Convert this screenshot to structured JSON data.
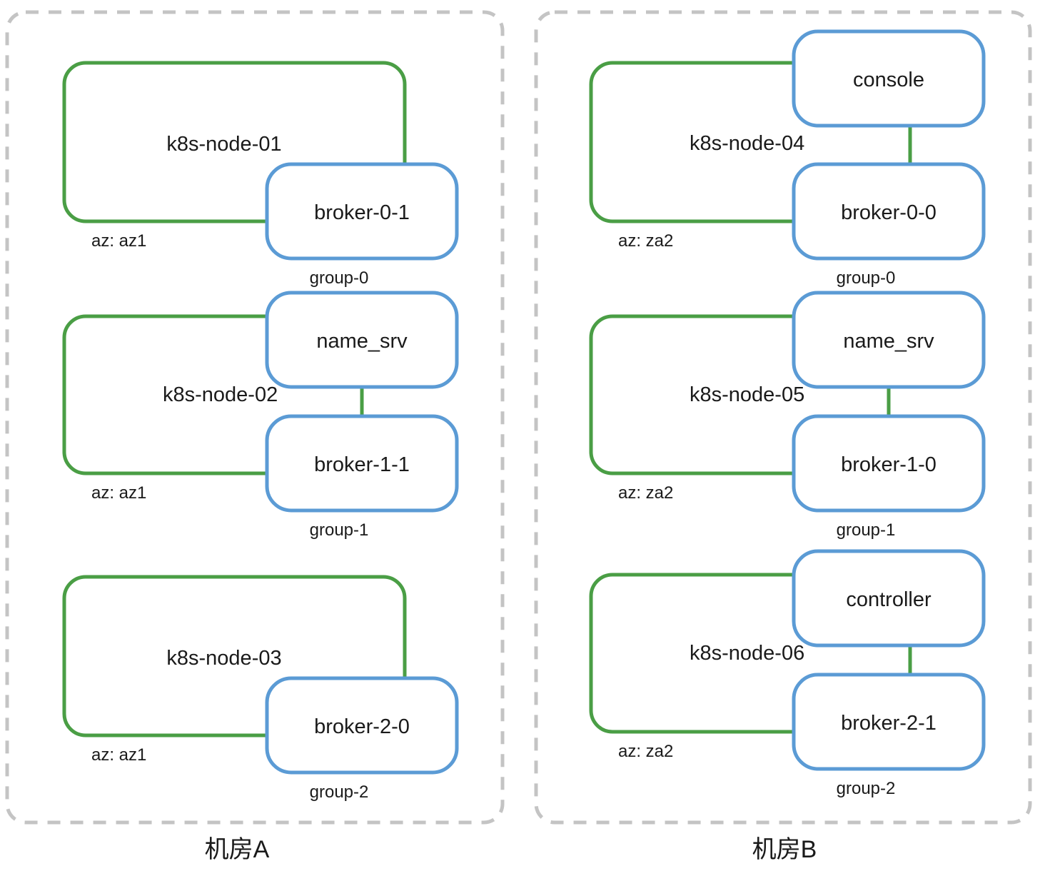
{
  "colors": {
    "node_stroke": "#4a9e45",
    "pod_stroke": "#5b9bd5",
    "pod_fill": "#ffffff",
    "zone_stroke": "#c4c4c4",
    "text": "#1a1a1a",
    "background": "#ffffff"
  },
  "zones": [
    {
      "id": "zone-a",
      "label": "机房A",
      "nodes": [
        {
          "id": "k8s-node-01",
          "name": "k8s-node-01",
          "az_label": "az: az1",
          "pods": [
            {
              "id": "broker-0-1",
              "name": "broker-0-1",
              "group_label": "group-0"
            }
          ]
        },
        {
          "id": "k8s-node-02",
          "name": "k8s-node-02",
          "az_label": "az: az1",
          "pods": [
            {
              "id": "name_srv-02",
              "name": "name_srv",
              "group_label": ""
            },
            {
              "id": "broker-1-1",
              "name": "broker-1-1",
              "group_label": "group-1"
            }
          ]
        },
        {
          "id": "k8s-node-03",
          "name": "k8s-node-03",
          "az_label": "az: az1",
          "pods": [
            {
              "id": "broker-2-0",
              "name": "broker-2-0",
              "group_label": "group-2"
            }
          ]
        }
      ]
    },
    {
      "id": "zone-b",
      "label": "机房B",
      "nodes": [
        {
          "id": "k8s-node-04",
          "name": "k8s-node-04",
          "az_label": "az: za2",
          "pods": [
            {
              "id": "console",
              "name": "console",
              "group_label": ""
            },
            {
              "id": "broker-0-0",
              "name": "broker-0-0",
              "group_label": "group-0"
            }
          ]
        },
        {
          "id": "k8s-node-05",
          "name": "k8s-node-05",
          "az_label": "az: za2",
          "pods": [
            {
              "id": "name_srv-05",
              "name": "name_srv",
              "group_label": ""
            },
            {
              "id": "broker-1-0",
              "name": "broker-1-0",
              "group_label": "group-1"
            }
          ]
        },
        {
          "id": "k8s-node-06",
          "name": "k8s-node-06",
          "az_label": "az: za2",
          "pods": [
            {
              "id": "controller",
              "name": "controller",
              "group_label": ""
            },
            {
              "id": "broker-2-1",
              "name": "broker-2-1",
              "group_label": "group-2"
            }
          ]
        }
      ]
    }
  ],
  "labels": {
    "zone_a": "机房A",
    "zone_b": "机房B",
    "node_01": "k8s-node-01",
    "node_02": "k8s-node-02",
    "node_03": "k8s-node-03",
    "node_04": "k8s-node-04",
    "node_05": "k8s-node-05",
    "node_06": "k8s-node-06",
    "az_a_1": "az: az1",
    "az_a_2": "az: az1",
    "az_a_3": "az: az1",
    "az_b_1": "az: za2",
    "az_b_2": "az: za2",
    "az_b_3": "az: za2",
    "pod_broker_0_1": "broker-0-1",
    "pod_name_srv_a": "name_srv",
    "pod_broker_1_1": "broker-1-1",
    "pod_broker_2_0": "broker-2-0",
    "pod_console": "console",
    "pod_broker_0_0": "broker-0-0",
    "pod_name_srv_b": "name_srv",
    "pod_broker_1_0": "broker-1-0",
    "pod_controller": "controller",
    "pod_broker_2_1": "broker-2-1",
    "group_a_0": "group-0",
    "group_a_1": "group-1",
    "group_a_2": "group-2",
    "group_b_0": "group-0",
    "group_b_1": "group-1",
    "group_b_2": "group-2"
  }
}
